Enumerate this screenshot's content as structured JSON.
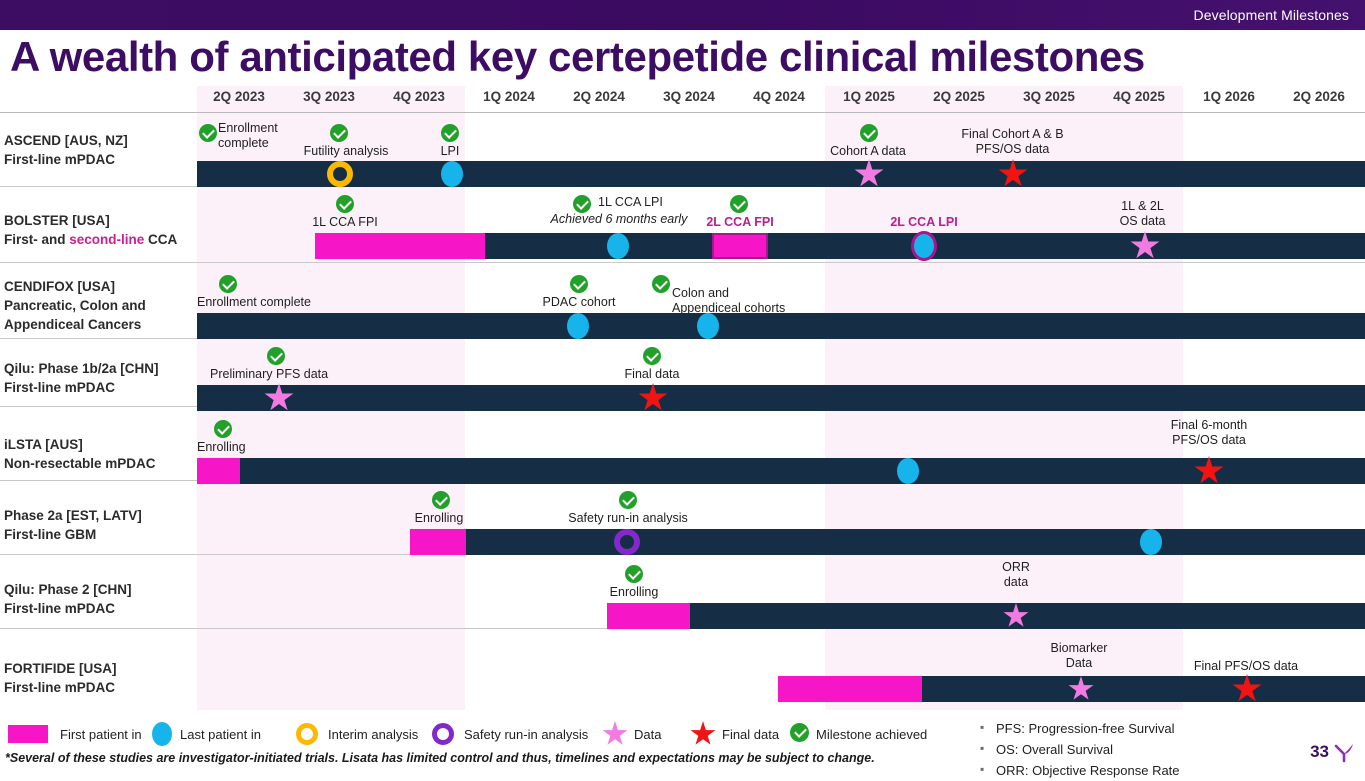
{
  "header": {
    "eyebrow": "Development Milestones",
    "title": "A wealth of anticipated key certepetide clinical milestones"
  },
  "colors": {
    "brand_purple": "#3d0c63",
    "track_navy": "#152e46",
    "magenta": "#f715c8",
    "accent_pink": "#cc1f8f",
    "cyan": "#17b4ec",
    "amber": "#ffb800",
    "violet": "#8328c9",
    "data_pink": "#f27ae0",
    "final_red": "#f21313",
    "milestone_green": "#22a12a",
    "band_pink": "#fdf1f9"
  },
  "quarters": [
    "2Q 2023",
    "3Q 2023",
    "4Q 2023",
    "1Q 2024",
    "2Q 2024",
    "3Q 2024",
    "4Q 2024",
    "1Q 2025",
    "2Q 2025",
    "3Q 2025",
    "4Q 2025",
    "1Q 2026",
    "2Q 2026"
  ],
  "rows": [
    {
      "name": "ASCEND [AUS, NZ]",
      "sub_pre": "First-line mPDAC",
      "sub_accent": "",
      "sub_post": "",
      "labels": [
        {
          "text": "Enrollment\ncomplete",
          "line1": "Enrollment",
          "line2": "complete"
        },
        {
          "text": "Futility analysis"
        },
        {
          "text": "LPI"
        },
        {
          "text": "Cohort A data"
        },
        {
          "text": "Final Cohort A & B\nPFS/OS data",
          "line1": "Final Cohort A & B",
          "line2": "PFS/OS data"
        }
      ]
    },
    {
      "name": "BOLSTER [USA]",
      "sub_pre": "First- and ",
      "sub_accent": "second-line",
      "sub_post": " CCA",
      "labels": [
        {
          "text": "1L CCA FPI"
        },
        {
          "text": "1L CCA LPI"
        },
        {
          "text": "Achieved 6 months early"
        },
        {
          "text": "2L CCA FPI"
        },
        {
          "text": "2L CCA LPI"
        },
        {
          "text": "1L & 2L\nOS data",
          "line1": "1L & 2L",
          "line2": "OS data"
        }
      ]
    },
    {
      "name": "CENDIFOX [USA]",
      "sub_pre": "Pancreatic, Colon and",
      "sub_accent": "",
      "sub_post": "",
      "sub_line3": "Appendiceal Cancers",
      "labels": [
        {
          "text": "Enrollment complete"
        },
        {
          "text": "PDAC cohort"
        },
        {
          "text": "Colon and\nAppendiceal cohorts",
          "line1": "Colon and",
          "line2": "Appendiceal cohorts"
        }
      ]
    },
    {
      "name": "Qilu: Phase 1b/2a [CHN]",
      "sub_pre": "First-line mPDAC",
      "sub_accent": "",
      "sub_post": "",
      "labels": [
        {
          "text": "Preliminary PFS data"
        },
        {
          "text": "Final data"
        }
      ]
    },
    {
      "name": "iLSTA [AUS]",
      "sub_pre": "Non-resectable mPDAC",
      "sub_accent": "",
      "sub_post": "",
      "labels": [
        {
          "text": "Enrolling"
        },
        {
          "text": "Final 6-month\nPFS/OS data",
          "line1": "Final 6-month",
          "line2": "PFS/OS data"
        }
      ]
    },
    {
      "name": "Phase 2a [EST, LATV]",
      "sub_pre": "First-line GBM",
      "sub_accent": "",
      "sub_post": "",
      "labels": [
        {
          "text": "Enrolling"
        },
        {
          "text": "Safety run-in analysis"
        }
      ]
    },
    {
      "name": "Qilu: Phase 2 [CHN]",
      "sub_pre": "First-line mPDAC",
      "sub_accent": "",
      "sub_post": "",
      "labels": [
        {
          "text": "Enrolling"
        },
        {
          "text": "ORR\ndata",
          "line1": "ORR",
          "line2": "data"
        }
      ]
    },
    {
      "name": "FORTIFIDE [USA]",
      "sub_pre": "First-line mPDAC",
      "sub_accent": "",
      "sub_post": "",
      "labels": [
        {
          "text": "Biomarker\nData",
          "line1": "Biomarker",
          "line2": "Data"
        },
        {
          "text": "Final PFS/OS data"
        }
      ]
    }
  ],
  "legend": [
    {
      "icon": "first-patient-in-swatch",
      "label": "First patient in"
    },
    {
      "icon": "last-patient-in-dot",
      "label": "Last patient in"
    },
    {
      "icon": "interim-analysis-ring",
      "label": "Interim analysis"
    },
    {
      "icon": "safety-run-in-ring",
      "label": "Safety run-in analysis"
    },
    {
      "icon": "data-star",
      "label": "Data"
    },
    {
      "icon": "final-data-star",
      "label": "Final data"
    },
    {
      "icon": "milestone-achieved-check",
      "label": "Milestone achieved"
    }
  ],
  "abbreviations": [
    "PFS: Progression-free Survival",
    "OS: Overall Survival",
    "ORR: Objective Response Rate"
  ],
  "footnote": "*Several of these studies are investigator-initiated trials. Lisata has limited control and thus, timelines and expectations may be subject to change.",
  "page_number": "33"
}
